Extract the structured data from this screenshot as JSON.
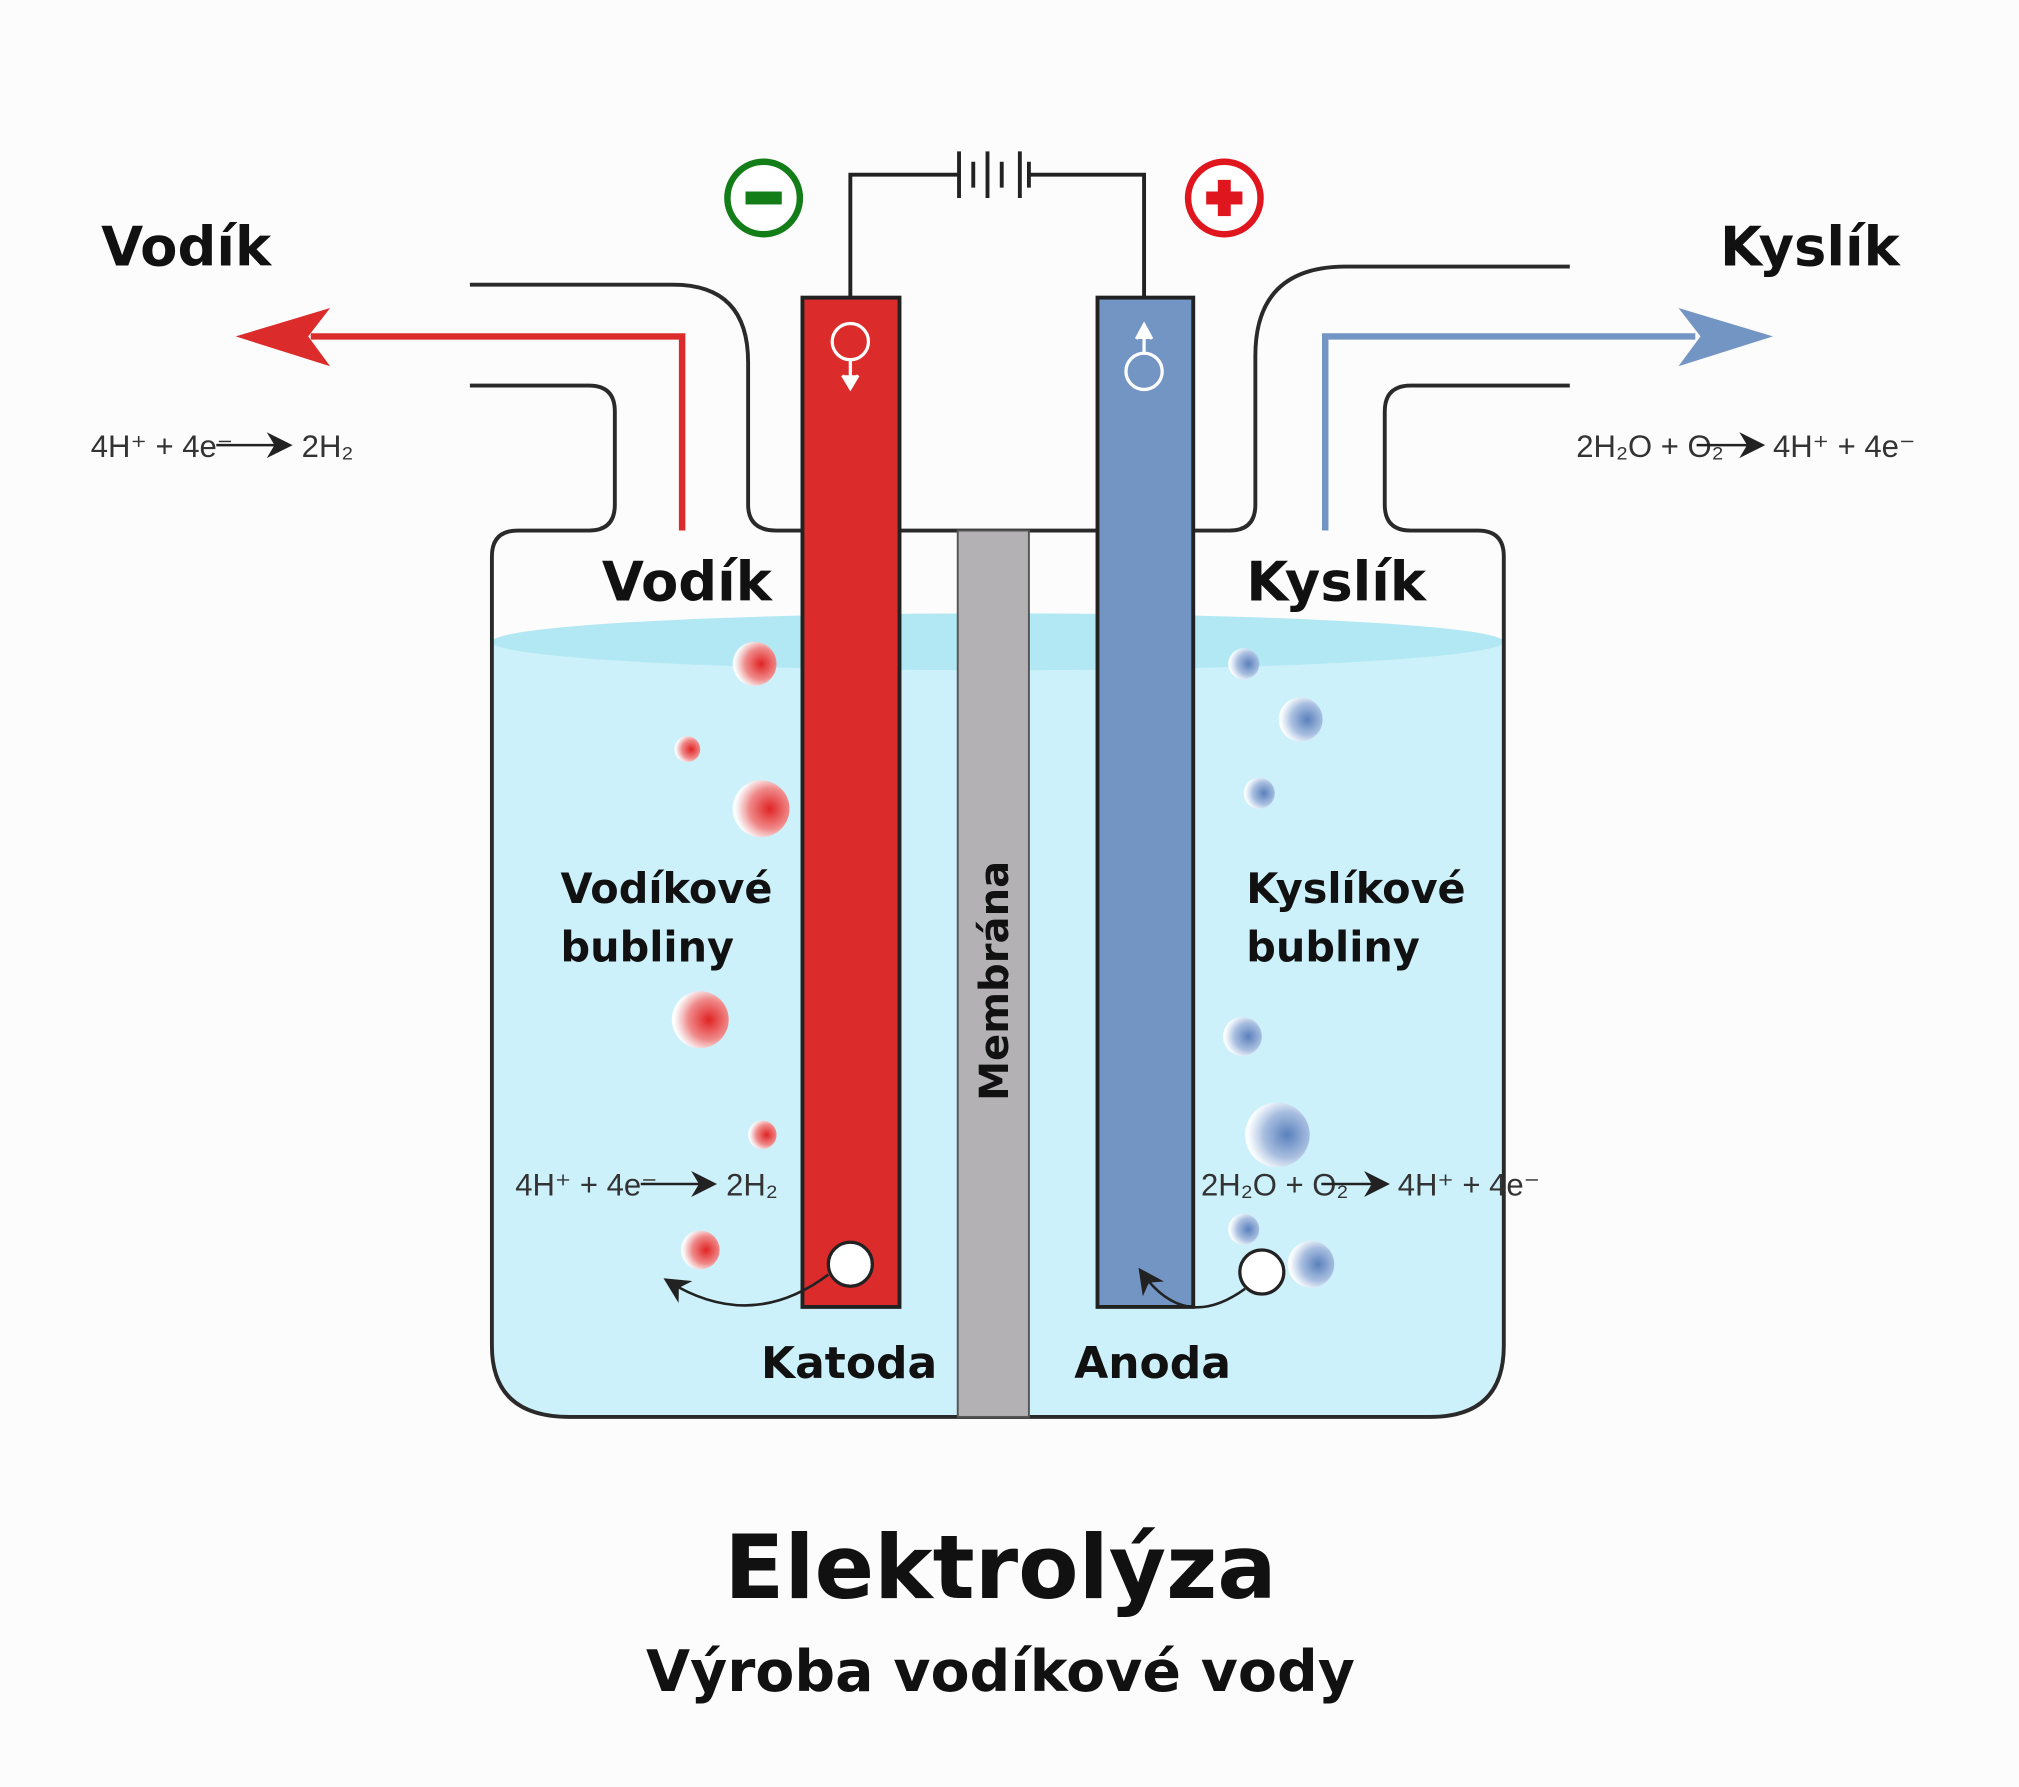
{
  "title": "Elektrolýza",
  "subtitle": "Výroba vodíkové vody",
  "labels": {
    "hydrogen_out": "Vodík",
    "oxygen_out": "Kyslík",
    "hydrogen_in": "Vodík",
    "oxygen_in": "Kyslík",
    "hydrogen_bubbles_1": "Vodíkové",
    "hydrogen_bubbles_2": "bubliny",
    "oxygen_bubbles_1": "Kyslíkové",
    "oxygen_bubbles_2": "bubliny",
    "membrane": "Membrána",
    "cathode": "Katoda",
    "anode": "Anoda"
  },
  "equations": {
    "cathode": {
      "left": "4H⁺ + 4e⁻",
      "right": "2H₂"
    },
    "anode": {
      "left": "2H₂O + O₂",
      "right": "4H⁺ + 4e⁻"
    }
  },
  "terminals": {
    "negative": "minus-icon",
    "positive": "plus-icon"
  },
  "colors": {
    "cathode": "#dc2b2b",
    "anode": "#7395c3",
    "membrane": "#b3b1b3",
    "water": "#cdf1fb",
    "negative": "#137d17",
    "positive": "#e0161e"
  }
}
